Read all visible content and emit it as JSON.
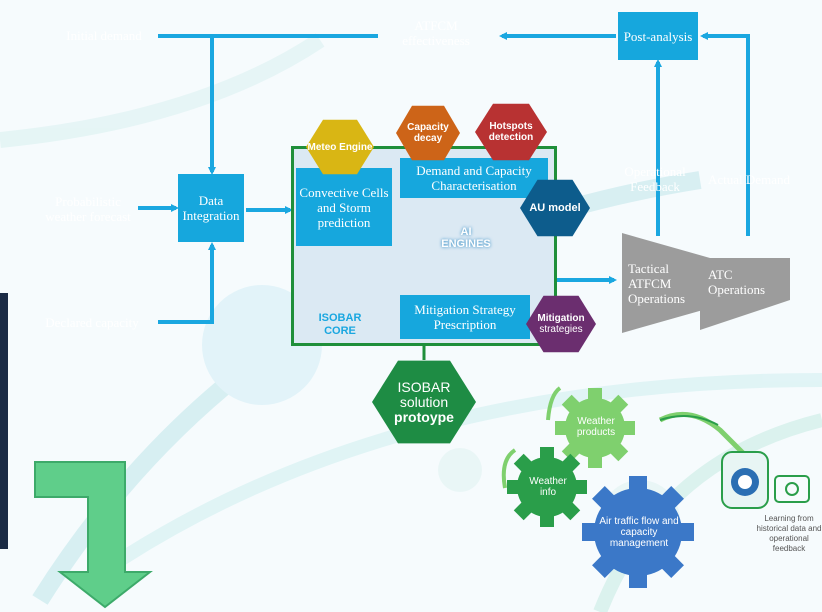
{
  "inputs": {
    "initial_demand": "Initial demand",
    "probabilistic_forecast": "Probabilistic weather forecast",
    "declared_capacity": "Declared capacity"
  },
  "top": {
    "atfcm_effectiveness": "ATFCM effectiveness",
    "post_analysis": "Post-analysis"
  },
  "data_integration": "Data Integration",
  "core": {
    "convective": "Convective Cells and Storm prediction",
    "demand_capacity": "Demand and Capacity Characterisation",
    "mitigation": "Mitigation Strategy Prescription",
    "ai_engines": "AI ENGINES",
    "isobar": "ISOBAR",
    "core": "CORE"
  },
  "hexes": {
    "meteo": "Meteo Engine",
    "capacity_decay": "Capacity decay",
    "hotspots": "Hotspots detection",
    "au_model": "AU model",
    "mitigation_strategies_1": "Mitigation",
    "mitigation_strategies_2": "strategies",
    "solution_1": "ISOBAR",
    "solution_2": "solution",
    "solution_3": "protoype"
  },
  "right": {
    "operational_feedback": "Operational Feedback",
    "actual_demand": "Actual Demand",
    "tactical_atfcm": "Tactical ATFCM Operations",
    "atc_operations": "ATC Operations"
  },
  "gears": {
    "weather_products": "Weather products",
    "weather_info": "Weather info",
    "air_traffic": "Air traffic flow and capacity management"
  },
  "learning": "Learning from historical data and operational feedback",
  "colors": {
    "arrow": "#1aa7e0",
    "input_gray": "#9c9c9c",
    "box_blue": "#16a7dd",
    "core_border": "#1f8f3a",
    "hex_yellow": "#d9b614",
    "hex_orange": "#cd6418",
    "hex_red": "#b83232",
    "hex_navy": "#0d5c8c",
    "hex_purple": "#6b2e6f",
    "hex_green": "#1e8c44"
  }
}
